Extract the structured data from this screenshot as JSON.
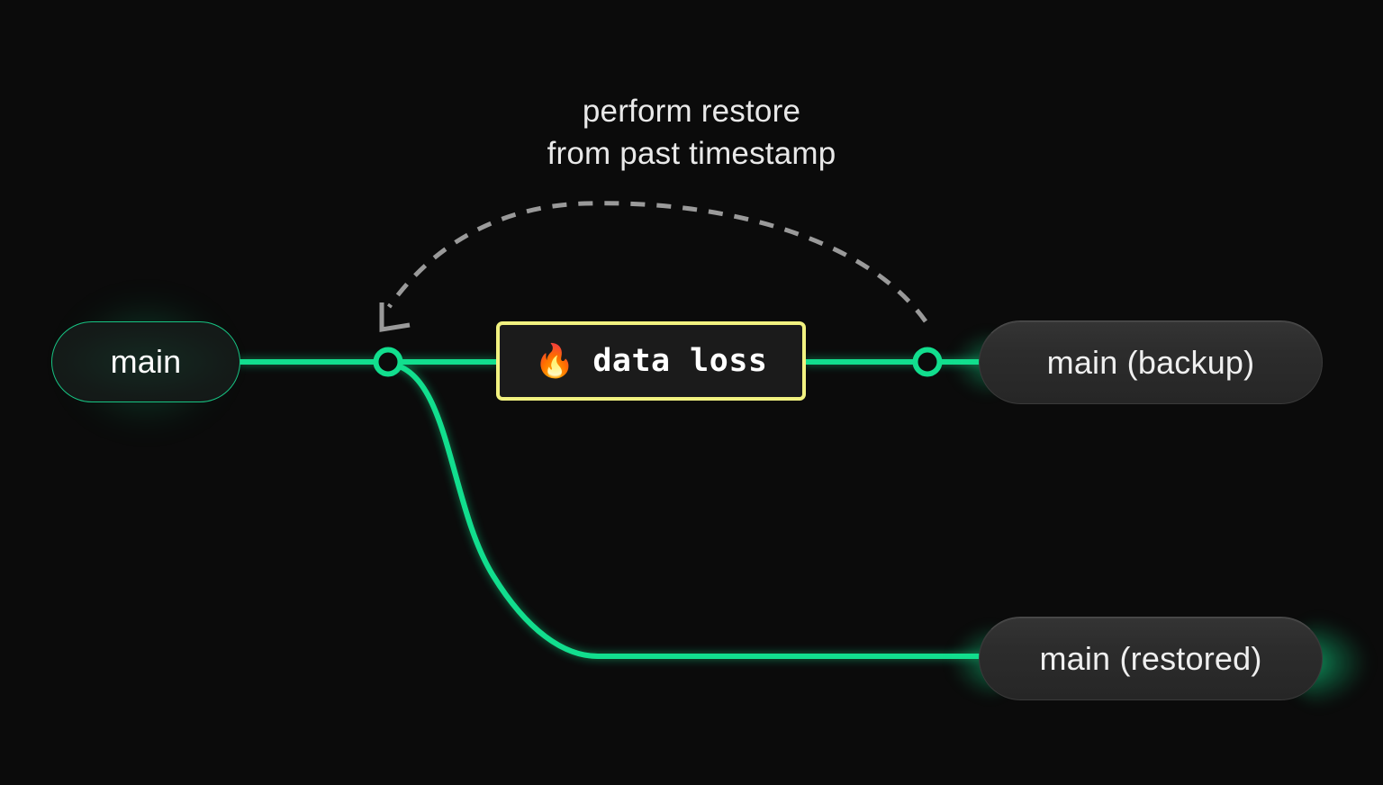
{
  "diagram": {
    "background_color": "#0b0b0b",
    "accent_green": "#12de8e",
    "warning_yellow": "#f2f280",
    "title": "perform restore\nfrom past timestamp",
    "nodes": {
      "main": {
        "label": "main",
        "style": "green-outline-pill"
      },
      "backup": {
        "label": "main (backup)",
        "style": "grey-pill"
      },
      "restored": {
        "label": "main (restored)",
        "style": "grey-pill"
      }
    },
    "event_box": {
      "icon": "fire-emoji",
      "icon_glyph": "🔥",
      "label": "data loss",
      "border_color": "#f2f280",
      "fill_color": "#1b1b1b"
    },
    "connectors": {
      "branch_point_label": "branch-commit-node",
      "endpoint_label": "backup-commit-node",
      "restore_arrow_label": "restore-arrow"
    }
  }
}
